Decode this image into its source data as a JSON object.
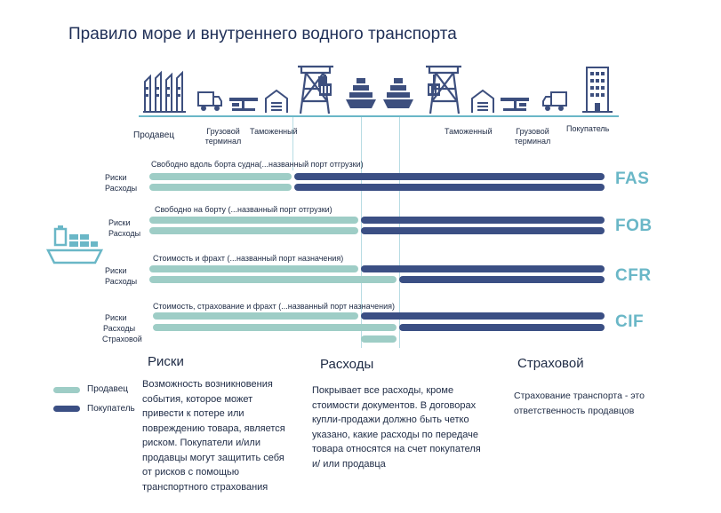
{
  "title": "Правило море и внутреннего водного транспорта",
  "route": {
    "seller": "Продавец",
    "freight_terminal_left": "Грузовой терминал",
    "customs_left": "Таможенный",
    "customs_right": "Таможенный",
    "freight_terminal_right": "Грузовой терминал",
    "buyer": "Покупатель"
  },
  "terms": [
    {
      "code": "FAS",
      "desc": "Свободно вдоль борта судна(...названный порт отгрузки)",
      "row_labels": [
        "Риски",
        "Расходы"
      ]
    },
    {
      "code": "FOB",
      "desc": "Свободно на борту (...названный порт отгрузки)",
      "row_labels": [
        "Риски",
        "Расходы"
      ]
    },
    {
      "code": "CFR",
      "desc": "Стоимость и фрахт (...названный порт назначения)",
      "row_labels": [
        "Риски",
        "Расходы"
      ]
    },
    {
      "code": "CIF",
      "desc": "Стоимость, страхование и фрахт (...названный порт назначения)",
      "row_labels": [
        "Риски",
        "Расходы",
        "Страховой"
      ]
    }
  ],
  "legend": {
    "seller": "Продавец",
    "buyer": "Покупатель"
  },
  "sections": {
    "risks": {
      "heading": "Риски",
      "text": "Возможность возникновения события, которое может привести к потере или повреждению товара, является риском. Покупатели и/или продавцы могут защитить себя от рисков с помощью транспортного страхования"
    },
    "costs": {
      "heading": "Расходы",
      "text": "Покрывает все расходы, кроме стоимости документов. В договорах купли-продажи должно быть четко указано, какие расходы по передаче товара относятся на счет покупателя и/ или продавца"
    },
    "insurance": {
      "heading": "Страховой",
      "text": "Страхование транспорта - это ответственность продавцов"
    }
  },
  "colors": {
    "seller": "#9ecdc6",
    "buyer": "#3b4f84",
    "accent": "#6ab7c7",
    "icon": "#3d4f7e"
  },
  "icons": [
    "factory-icon",
    "truck-icon",
    "terminal-icon",
    "warehouse-icon",
    "crane-icon",
    "ship-icon",
    "office-building-icon",
    "cargo-ship-icon"
  ]
}
